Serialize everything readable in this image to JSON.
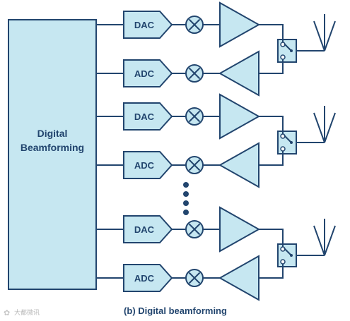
{
  "diagram": {
    "core_block": {
      "label_line1": "Digital",
      "label_line2": "Beamforming"
    },
    "chains": [
      {
        "elements": [
          {
            "tx": {
              "label": "DAC"
            },
            "rx": {
              "label": "ADC"
            }
          }
        ]
      },
      {
        "elements": [
          {
            "tx": {
              "label": "DAC"
            },
            "rx": {
              "label": "ADC"
            }
          }
        ]
      },
      {
        "elements": [
          {
            "tx": {
              "label": "DAC"
            },
            "rx": {
              "label": "ADC"
            }
          }
        ]
      }
    ],
    "caption": "(b) Digital beamforming",
    "watermark": "大都微讯",
    "colors": {
      "fill": "#c6e7f1",
      "stroke": "#22456e",
      "text": "#22456e",
      "background": "#ffffff"
    }
  }
}
